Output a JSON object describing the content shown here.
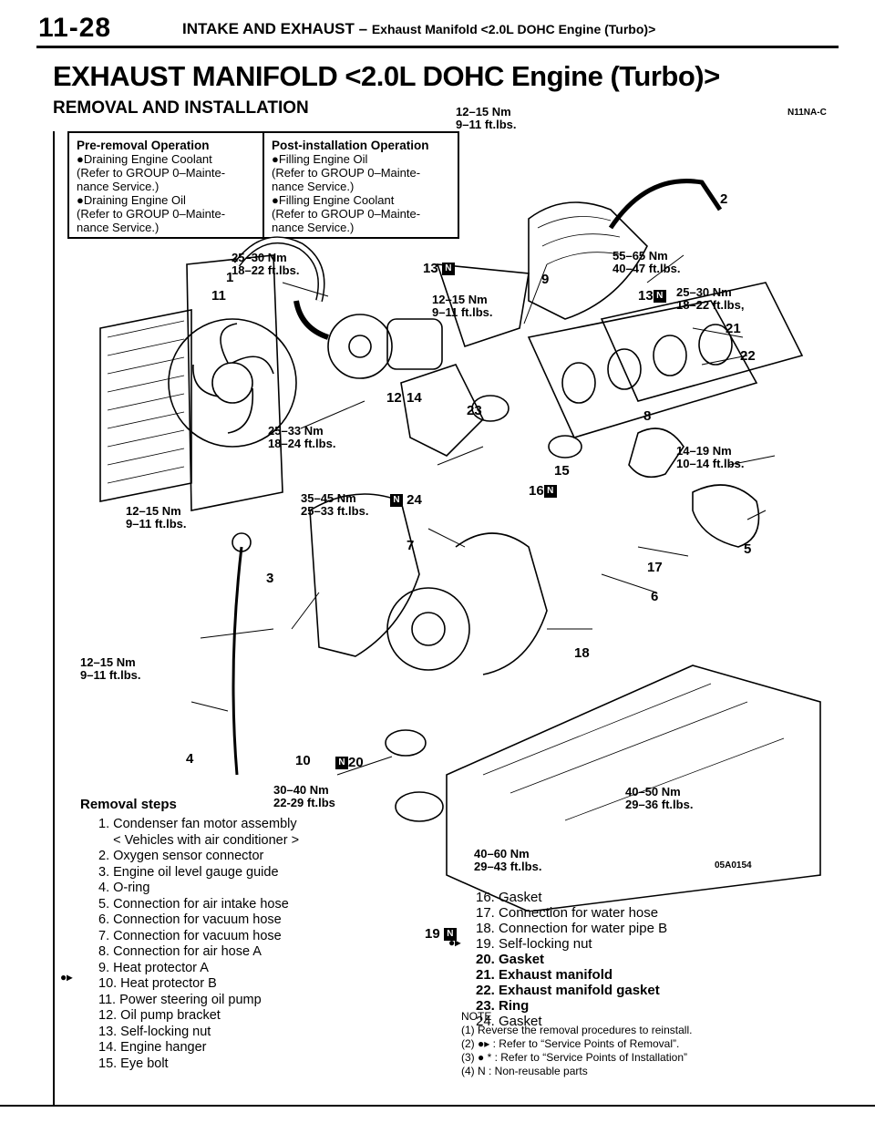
{
  "header": {
    "page_number": "11-28",
    "section": "INTAKE AND EXHAUST",
    "dash": "–",
    "subsection": "Exhaust Manifold <2.0L DOHC Engine (Turbo)>"
  },
  "title": "EXHAUST MANIFOLD <2.0L DOHC Engine (Turbo)>",
  "subtitle": "REMOVAL AND INSTALLATION",
  "code": "N11NA-C",
  "pre_removal": {
    "heading": "Pre-removal Operation",
    "lines": [
      "●Draining Engine Coolant",
      "(Refer to GROUP 0–Mainte-",
      "nance Service.)",
      "●Draining Engine Oil",
      "(Refer to GROUP 0–Mainte-",
      "nance Service.)"
    ]
  },
  "post_install": {
    "heading": "Post-installation Operation",
    "lines": [
      "●Filling Engine Oil",
      "(Refer to GROUP 0–Mainte-",
      "nance Service.)",
      "●Filling Engine Coolant",
      "(Refer to GROUP 0–Mainte-",
      "nance Service.)"
    ]
  },
  "torques": {
    "t1": "12–15 Nm\n9–11 ft.lbs.",
    "t2": "25–30 Nm\n18–22 ft.lbs.",
    "t3": "55–65 Nm\n40–47 ft.lbs.",
    "t4": "12–15 Nm\n9–11 ft.lbs.",
    "t5": "25–30 Nm\n18–22 ft.lbs,",
    "t6": "25–33 Nm\n18–24 ft.lbs.",
    "t7": "14–19 Nm\n10–14 ft.lbs.",
    "t8": "35–45 Nm\n25–33 ft.lbs.",
    "t9": "12–15 Nm\n9–11 ft.lbs.",
    "t10": "12–15 Nm\n9–11 ft.lbs.",
    "t11": "30–40 Nm\n22-29 ft.lbs",
    "t12": "40–50 Nm\n29–36 ft.lbs.",
    "t13": "40–60 Nm\n29–43 ft.lbs."
  },
  "callouts": {
    "c1": "1",
    "c2": "2",
    "c3": "3",
    "c4": "4",
    "c5": "5",
    "c6": "6",
    "c7": "7",
    "c8": "8",
    "c9": "9",
    "c10": "10",
    "c11": "11",
    "c12": "12",
    "c14": "14",
    "c13": "13",
    "c13b": "13",
    "c15": "15",
    "c16": "16",
    "c17": "17",
    "c18": "18",
    "c19": "19",
    "c20": "20",
    "c21": "21",
    "c22": "22",
    "c23": "23",
    "c24": "24",
    "figure_code": "05A0154",
    "nr_letter": "N"
  },
  "removal": {
    "heading": "Removal steps",
    "marker": "●▸",
    "steps_left": [
      "1. Condenser fan motor assembly",
      "    < Vehicles with air conditioner >",
      "2. Oxygen sensor connector",
      "3. Engine oil level gauge guide",
      "4. O-ring",
      "5. Connection for air intake hose",
      "6. Connection for vacuum hose",
      "7. Connection for vacuum hose",
      "8. Connection for air hose A",
      "9. Heat protector A",
      "10. Heat protector B",
      "11. Power steering oil pump",
      "12. Oil pump bracket",
      "13. Self-locking nut",
      "14. Engine hanger",
      "15. Eye bolt"
    ],
    "steps_right": [
      "16. Gasket",
      "17. Connection for water hose",
      "18. Connection for water pipe B",
      "19. Self-locking nut",
      "20. Gasket",
      "21. Exhaust manifold",
      "22. Exhaust manifold gasket",
      "23. Ring",
      "24. Gasket"
    ]
  },
  "note": {
    "heading": "NOTE",
    "lines": [
      "(1) Reverse the removal procedures to reinstall.",
      "(2) ●▸ : Refer to “Service Points of Removal”.",
      "(3) ● * : Refer to “Service Points of Installation”",
      "(4) N : Non-reusable parts"
    ]
  }
}
